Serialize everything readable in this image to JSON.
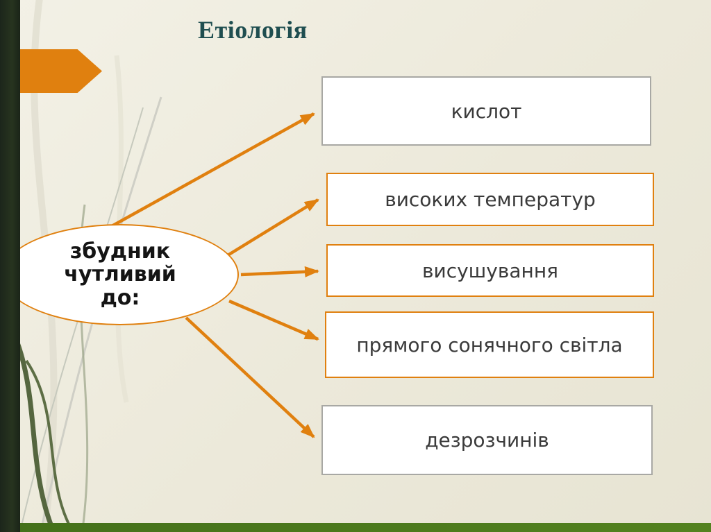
{
  "slide": {
    "title": "Етіологія"
  },
  "ellipse": {
    "label": "збудник чутливий до:",
    "lines": [
      "збудник",
      "чутливий",
      "до:"
    ]
  },
  "boxes": [
    {
      "label": "кислот",
      "border": "gray"
    },
    {
      "label": "високих температур",
      "border": "orange"
    },
    {
      "label": "висушування",
      "border": "orange"
    },
    {
      "label": "прямого сонячного світла",
      "border": "orange"
    },
    {
      "label": "дезрозчинів",
      "border": "gray"
    }
  ],
  "colors": {
    "accent_orange": "#e0800f",
    "title_teal": "#1f4e50",
    "background_cream": "#ece9da",
    "left_bar_dark_green": "#1c261b",
    "bottom_bar_green": "#4a761c",
    "box_white": "#ffffff",
    "gray_border": "#a8a8a4"
  }
}
